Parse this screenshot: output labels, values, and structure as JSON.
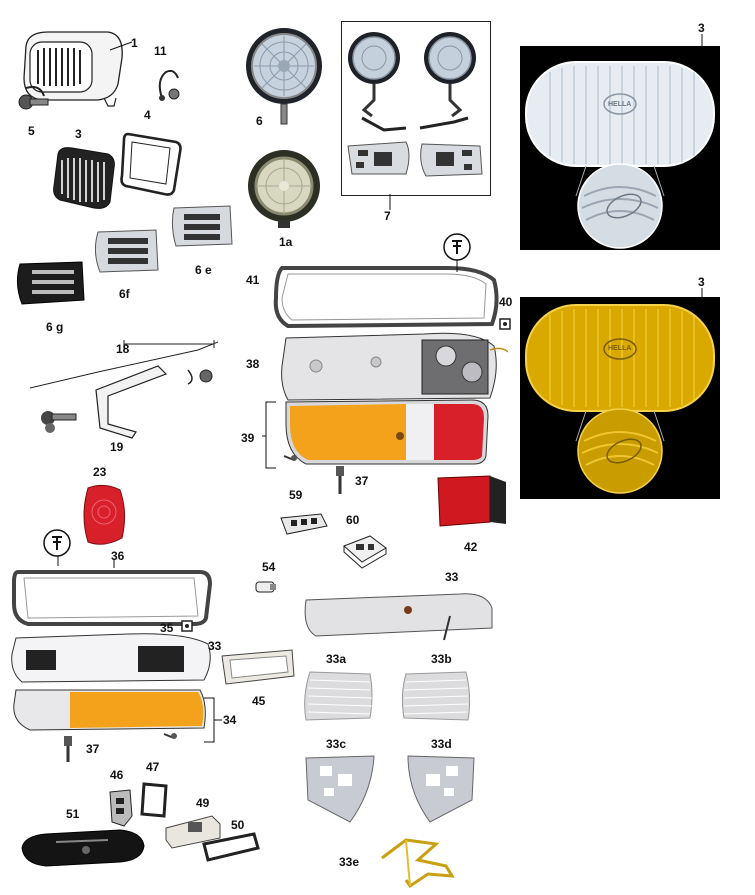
{
  "labels": {
    "p1": "1",
    "p11": "11",
    "p5": "5",
    "p3a": "3",
    "p4": "4",
    "p6": "6",
    "p1a": "1a",
    "p7": "7",
    "p3b": "3",
    "p3c": "3",
    "p6e": "6 e",
    "p6f": "6f",
    "p6g": "6 g",
    "p41": "41",
    "p40": "40",
    "p38": "38",
    "p18": "18",
    "p19": "19",
    "p39": "39",
    "p37a": "37",
    "p23": "23",
    "p59": "59",
    "p60": "60",
    "p42": "42",
    "p36": "36",
    "p54": "54",
    "p33a_top": "33",
    "p35": "35",
    "p33_side": "33",
    "p45": "45",
    "p33a": "33a",
    "p33b": "33b",
    "p34": "34",
    "p37b": "37",
    "p33c": "33c",
    "p33d": "33d",
    "p46": "46",
    "p47": "47",
    "p49": "49",
    "p51": "51",
    "p50": "50",
    "p33e": "33e"
  },
  "badges": {
    "lens_brand": "HELLA"
  },
  "colors": {
    "chrome": "#c9ccd1",
    "amber": "#f4a21c",
    "red": "#d8202a",
    "yellow_lens": "#e8b400",
    "photo_bg": "#000000"
  }
}
